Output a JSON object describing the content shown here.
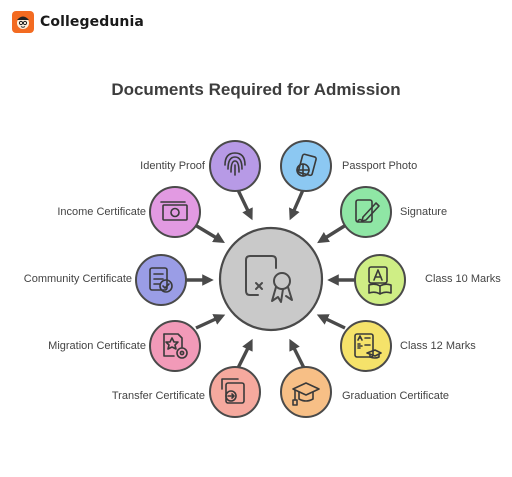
{
  "brand": {
    "name": "Collegedunia",
    "logo_color": "#f36b21",
    "logo_icon": "mascot-icon"
  },
  "title": "Documents Required for Admission",
  "center": {
    "icon": "document-certificate-icon",
    "color": "#c9c9c9"
  },
  "documents": [
    {
      "label": "Identity Proof",
      "icon": "fingerprint-icon",
      "color": "#b79ae6"
    },
    {
      "label": "Passport Photo",
      "icon": "passport-icon",
      "color": "#8cc8f2"
    },
    {
      "label": "Income Certificate",
      "icon": "money-icon",
      "color": "#e29ae2"
    },
    {
      "label": "Signature",
      "icon": "signature-icon",
      "color": "#8fe6a5"
    },
    {
      "label": "Community Certificate",
      "icon": "certificate-check-icon",
      "color": "#9a9de6"
    },
    {
      "label": "Class 10 Marks",
      "icon": "book-grade-icon",
      "color": "#cfee85"
    },
    {
      "label": "Migration Certificate",
      "icon": "migration-icon",
      "color": "#f29ab8"
    },
    {
      "label": "Class 12 Marks",
      "icon": "grade-sheet-icon",
      "color": "#f5e26a"
    },
    {
      "label": "Transfer Certificate",
      "icon": "transfer-icon",
      "color": "#f5a99e"
    },
    {
      "label": "Graduation Certificate",
      "icon": "graduation-cap-icon",
      "color": "#f7bf86"
    }
  ]
}
